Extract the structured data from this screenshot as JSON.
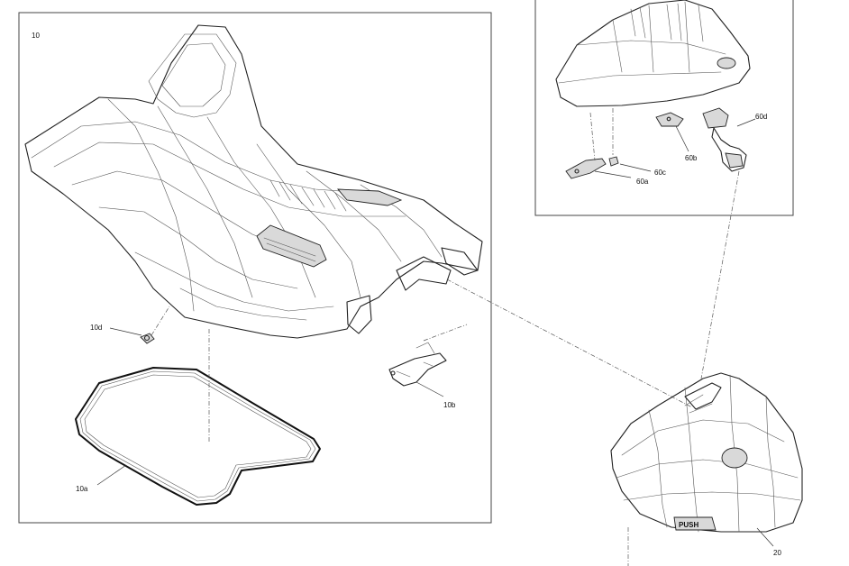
{
  "labels": {
    "seat_assembly": "10",
    "seat_gasket": "10a",
    "seat_bracket": "10b",
    "seat_fastener": "10d",
    "storage_cover": "20",
    "latch_plate": "60a",
    "latch_nut": "60c",
    "latch_clip": "60b",
    "latch_handle": "60d"
  },
  "cover_text": "PUSH"
}
